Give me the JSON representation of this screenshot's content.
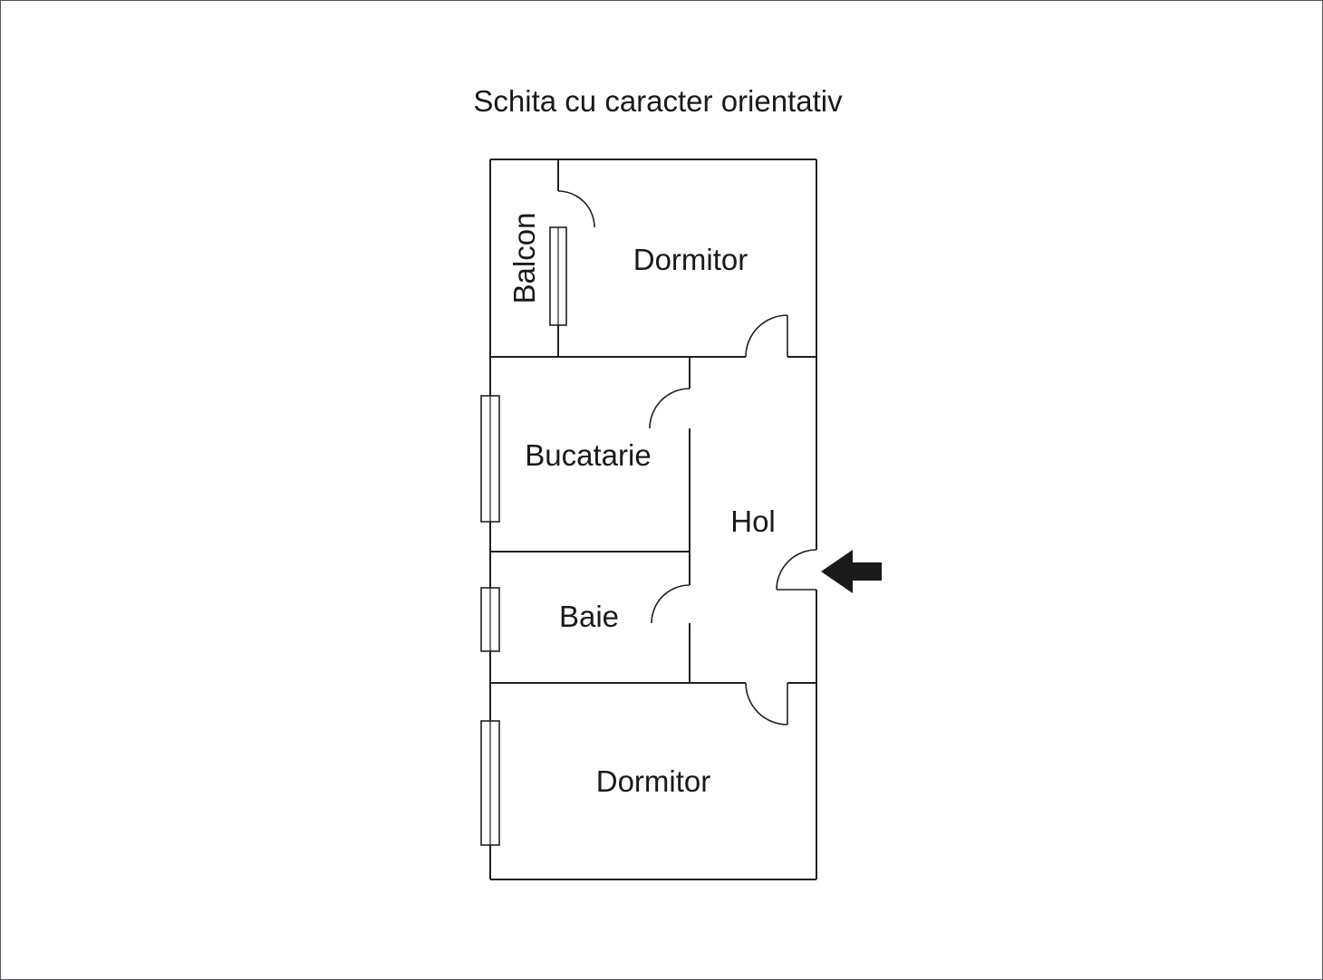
{
  "title": "Schita cu caracter orientativ",
  "diagram": {
    "type": "floor-plan",
    "rooms": [
      {
        "id": "balcon",
        "label": "Balcon"
      },
      {
        "id": "dormitor-top",
        "label": "Dormitor"
      },
      {
        "id": "bucatarie",
        "label": "Bucatarie"
      },
      {
        "id": "hol",
        "label": "Hol"
      },
      {
        "id": "baie",
        "label": "Baie"
      },
      {
        "id": "dormitor-bottom",
        "label": "Dormitor"
      }
    ],
    "features": {
      "entrance_arrow": "arrow pointing left into entrance door on right wall of Hol",
      "doors": 6,
      "windows": 4
    },
    "colors": {
      "walls": "#231f20",
      "arrow": "#1a1a1a",
      "background": "#ffffff",
      "page_border": "#55565a"
    }
  }
}
